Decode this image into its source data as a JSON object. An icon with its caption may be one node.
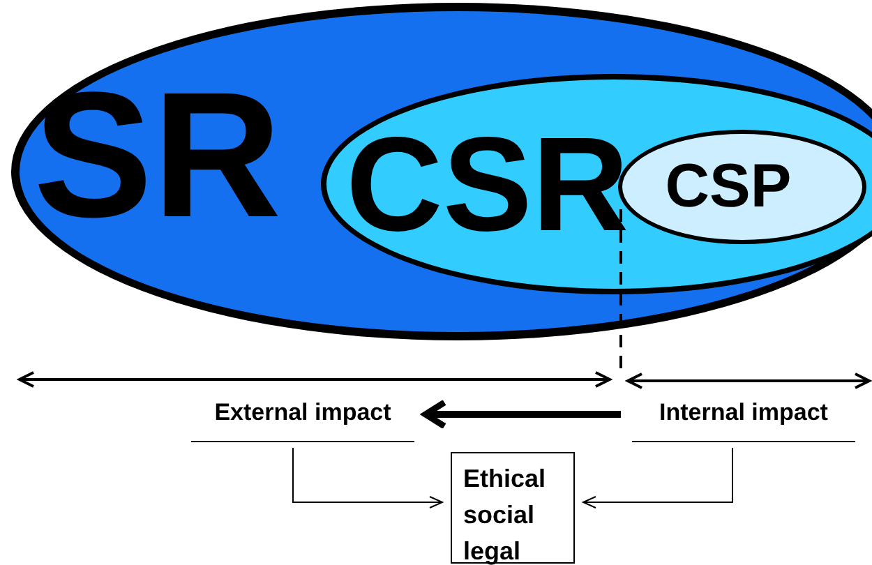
{
  "diagram": {
    "nodes": [
      {
        "text": [
          "SR"
        ]
      },
      {
        "text": [
          "CSR"
        ],
        "in": 0
      },
      {
        "text": [
          "CSP"
        ],
        "in": 1
      },
      {
        "text": [
          "External impact"
        ]
      },
      {
        "text": [
          "Internal impact"
        ]
      },
      {
        "text": [
          "Ethical social legal"
        ]
      }
    ],
    "edges": [
      {
        "from": 4,
        "to": 3,
        "arrow": "to",
        "style": "thick"
      },
      {
        "from": 3,
        "to": 5,
        "arrow": "to"
      },
      {
        "from": 4,
        "to": 5,
        "arrow": "to"
      }
    ]
  }
}
